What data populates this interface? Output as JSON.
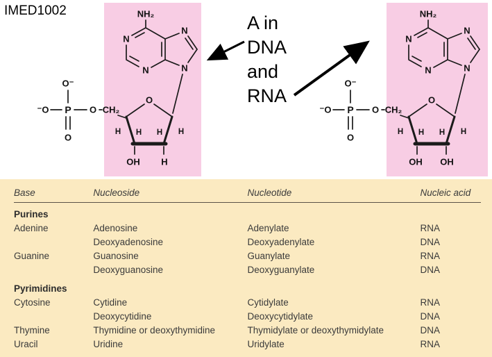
{
  "colors": {
    "highlight_pink": "#f8cde4",
    "table_background": "#fbeac1",
    "structure_ink": "#1b1b1b"
  },
  "header": {
    "course_code": "IMED1002"
  },
  "annotation": {
    "lines": [
      "A in",
      "DNA",
      "and",
      "RNA"
    ]
  },
  "structure_labels": {
    "amine": "NH₂",
    "nitrogen": "N",
    "phosphorus": "P",
    "oxygen": "O",
    "oxygen_minus": "O⁻",
    "minus_oxygen": "⁻O",
    "ch2": "CH₂",
    "hydrogen": "H",
    "hydroxyl": "OH"
  },
  "left_structure": {
    "c3_label": "OH",
    "c2_label": "H"
  },
  "right_structure": {
    "c3_label": "OH",
    "c2_label": "OH"
  },
  "table": {
    "headers": [
      "Base",
      "Nucleoside",
      "Nucleotide",
      "Nucleic acid"
    ],
    "sections": [
      {
        "title": "Purines",
        "rows": [
          [
            "Adenine",
            "Adenosine",
            "Adenylate",
            "RNA"
          ],
          [
            "",
            "Deoxyadenosine",
            "Deoxyadenylate",
            "DNA"
          ],
          [
            "Guanine",
            "Guanosine",
            "Guanylate",
            "RNA"
          ],
          [
            "",
            "Deoxyguanosine",
            "Deoxyguanylate",
            "DNA"
          ]
        ]
      },
      {
        "title": "Pyrimidines",
        "rows": [
          [
            "Cytosine",
            "Cytidine",
            "Cytidylate",
            "RNA"
          ],
          [
            "",
            "Deoxycytidine",
            "Deoxycytidylate",
            "DNA"
          ],
          [
            "Thymine",
            "Thymidine or deoxythymidine",
            "Thymidylate or deoxythymidylate",
            "DNA"
          ],
          [
            "Uracil",
            "Uridine",
            "Uridylate",
            "RNA"
          ]
        ]
      }
    ]
  }
}
